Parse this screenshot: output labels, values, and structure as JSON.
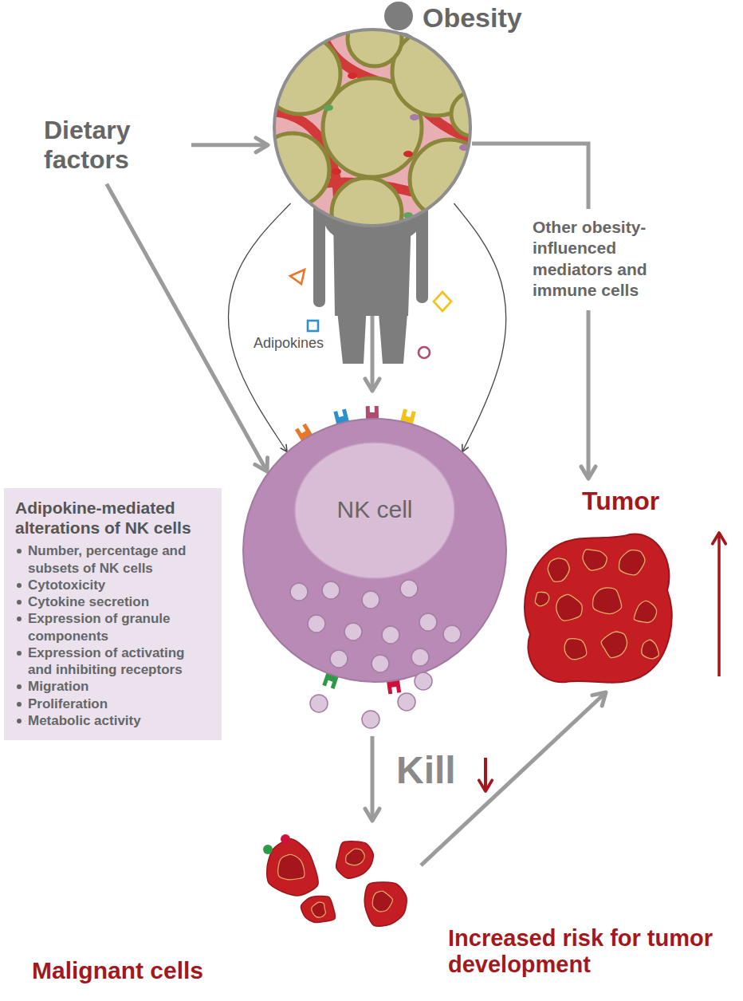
{
  "diagram": {
    "nodes": [
      {
        "text": [
          "Obesity"
        ]
      },
      {
        "text": [
          "Dietary factors"
        ]
      },
      {
        "text": [
          "Other obesity-influenced mediators and immune cells"
        ]
      },
      {
        "text": [
          "Adipokine-mediated alterations of NK cells",
          "Number, percentage and subsets of NK cells",
          "Cytotoxicity",
          "Cytokine secretion",
          "Expression of granule components",
          "Expression of activating and inhibiting receptors",
          "Migration",
          "Proliferation",
          "Metabolic activity"
        ]
      },
      {
        "text": [
          "NK cell"
        ]
      },
      {
        "text": [
          "Tumor"
        ]
      },
      {
        "text": [
          "Malignant cells"
        ]
      }
    ],
    "edges": [
      {
        "from": 1,
        "to": 0,
        "arrow": "to"
      },
      {
        "from": 1,
        "to": 4,
        "arrow": "to"
      },
      {
        "from": 0,
        "to": 4,
        "arrow": "to"
      },
      {
        "from": 0,
        "to": 4,
        "arrow": "to"
      },
      {
        "from": 0,
        "to": 4,
        "arrow": "to"
      },
      {
        "from": 0,
        "to": 2,
        "arrow": "none"
      },
      {
        "from": 2,
        "to": 5,
        "arrow": "to"
      },
      {
        "from": 4,
        "to": 6,
        "arrow": "to"
      },
      {
        "from": 6,
        "to": 5,
        "arrow": "to"
      }
    ],
    "labels": [
      "Adipokines",
      "Kill",
      "Increased risk for tumor development"
    ]
  }
}
